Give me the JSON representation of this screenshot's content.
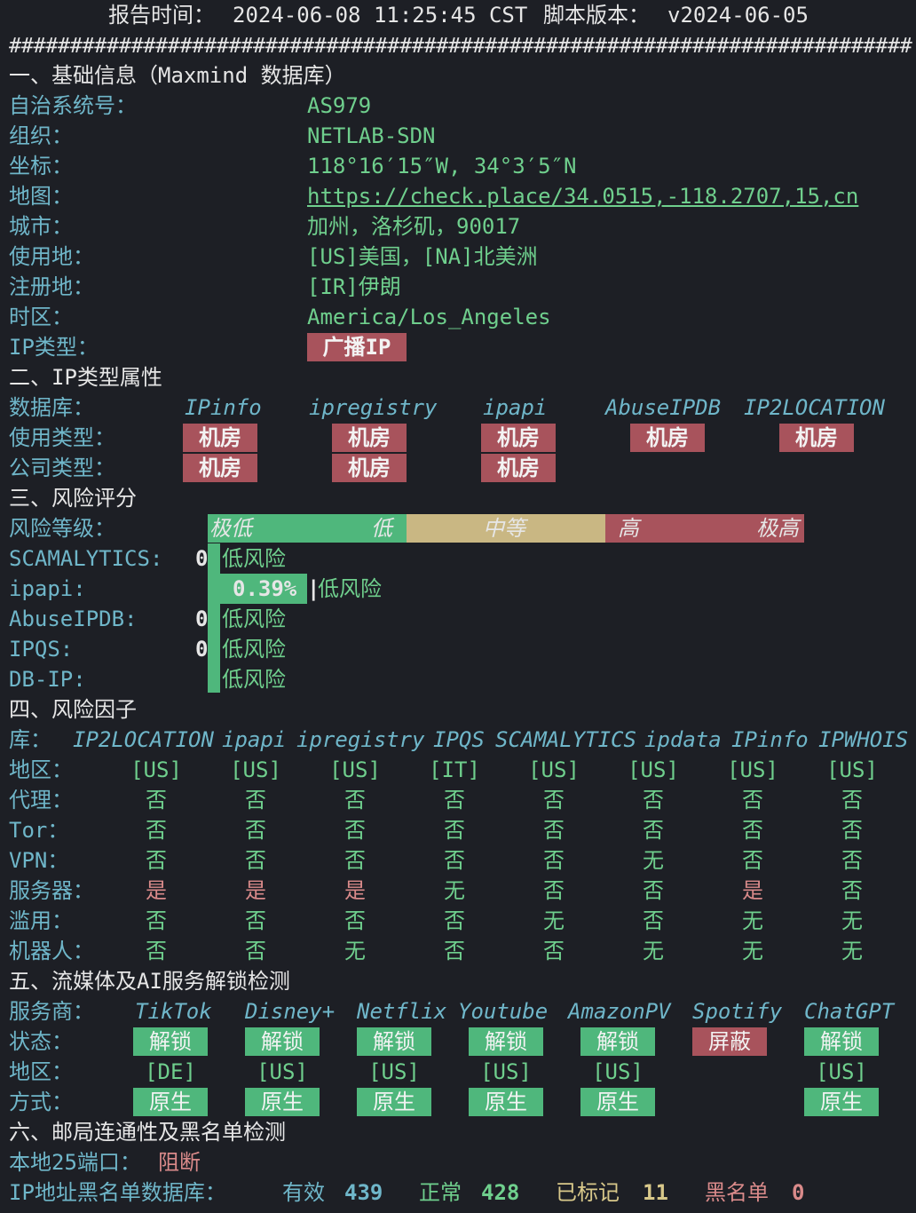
{
  "header": {
    "report_label": "报告时间：",
    "report_time": "2024-06-08 11:25:45 CST",
    "version_label": "脚本版本：",
    "version": "v2024-06-05",
    "divider": "##########################################################################"
  },
  "basic": {
    "title": "一、基础信息（Maxmind 数据库）",
    "rows": [
      {
        "label": "自治系统号：",
        "value": "AS979"
      },
      {
        "label": "组织：",
        "value": "NETLAB-SDN"
      },
      {
        "label": "坐标：",
        "value": "118°16′15″W, 34°3′5″N"
      },
      {
        "label": "地图：",
        "value": "https://check.place/34.0515,-118.2707,15,cn"
      },
      {
        "label": "城市：",
        "value": "加州，洛杉矶，90017"
      },
      {
        "label": "使用地：",
        "value": "[US]美国，[NA]北美洲"
      },
      {
        "label": "注册地：",
        "value": "[IR]伊朗"
      },
      {
        "label": "时区：",
        "value": "America/Los_Angeles"
      }
    ],
    "ip_type_label": "IP类型：",
    "ip_type": "广播IP"
  },
  "iptype": {
    "title": "二、IP类型属性",
    "db_label": "数据库：",
    "sources": [
      "IPinfo",
      "ipregistry",
      "ipapi",
      "AbuseIPDB",
      "IP2LOCATION"
    ],
    "usage_label": "使用类型：",
    "usage": [
      "机房",
      "机房",
      "机房",
      "机房",
      "机房"
    ],
    "company_label": "公司类型：",
    "company": [
      "机房",
      "机房",
      "机房"
    ]
  },
  "risk": {
    "title": "三、风险评分",
    "level_label": "风险等级：",
    "scale": [
      "极低",
      "低",
      "中等",
      "高",
      "极高"
    ],
    "scale_colors": [
      "#4fb77c",
      "#c9b783",
      "#a8535c"
    ],
    "rows": [
      {
        "label": "SCAMALYTICS:",
        "score": "0",
        "text": "低风险",
        "fraction": 0
      },
      {
        "label": "ipapi:",
        "score": "0.39%",
        "text": "低风险",
        "fraction": 0.0039
      },
      {
        "label": "AbuseIPDB:",
        "score": "0",
        "text": "低风险",
        "fraction": 0
      },
      {
        "label": "IPQS:",
        "score": "0",
        "text": "低风险",
        "fraction": 0
      },
      {
        "label": "DB-IP:",
        "score": "",
        "text": "低风险",
        "fraction": 0
      }
    ]
  },
  "factors": {
    "title": "四、风险因子",
    "lib_label": "库：",
    "sources": [
      "IP2LOCATION",
      "ipapi",
      "ipregistry",
      "IPQS",
      "SCAMALYTICS",
      "ipdata",
      "IPinfo",
      "IPWHOIS"
    ],
    "rows": [
      {
        "label": "地区：",
        "values": [
          "[US]",
          "[US]",
          "[US]",
          "[IT]",
          "[US]",
          "[US]",
          "[US]",
          "[US]"
        ]
      },
      {
        "label": "代理：",
        "values": [
          "否",
          "否",
          "否",
          "否",
          "否",
          "否",
          "否",
          "否"
        ]
      },
      {
        "label": "Tor：",
        "values": [
          "否",
          "否",
          "否",
          "否",
          "否",
          "否",
          "否",
          "否"
        ]
      },
      {
        "label": "VPN：",
        "values": [
          "否",
          "否",
          "否",
          "否",
          "否",
          "无",
          "否",
          "否"
        ]
      },
      {
        "label": "服务器：",
        "values": [
          "是",
          "是",
          "是",
          "无",
          "否",
          "否",
          "是",
          "否"
        ]
      },
      {
        "label": "滥用：",
        "values": [
          "否",
          "否",
          "否",
          "否",
          "无",
          "否",
          "无",
          "无"
        ]
      },
      {
        "label": "机器人：",
        "values": [
          "否",
          "否",
          "无",
          "否",
          "否",
          "无",
          "无",
          "无"
        ]
      }
    ]
  },
  "streaming": {
    "title": "五、流媒体及AI服务解锁检测",
    "provider_label": "服务商：",
    "providers": [
      "TikTok",
      "Disney+",
      "Netflix",
      "Youtube",
      "AmazonPV",
      "Spotify",
      "ChatGPT"
    ],
    "status_label": "状态：",
    "status": [
      "解锁",
      "解锁",
      "解锁",
      "解锁",
      "解锁",
      "屏蔽",
      "解锁"
    ],
    "region_label": "地区：",
    "regions": [
      "[DE]",
      "[US]",
      "[US]",
      "[US]",
      "[US]",
      "",
      "[US]"
    ],
    "method_label": "方式：",
    "methods": [
      "原生",
      "原生",
      "原生",
      "原生",
      "原生",
      "",
      "原生"
    ]
  },
  "mail": {
    "title": "六、邮局连通性及黑名单检测",
    "port_label": "本地25端口：",
    "port_status": "阻断",
    "bl_label": "IP地址黑名单数据库：",
    "valid_label": "有效",
    "valid": "439",
    "normal_label": "正常",
    "normal": "428",
    "marked_label": "已标记",
    "marked": "11",
    "black_label": "黑名单",
    "black": "0"
  }
}
